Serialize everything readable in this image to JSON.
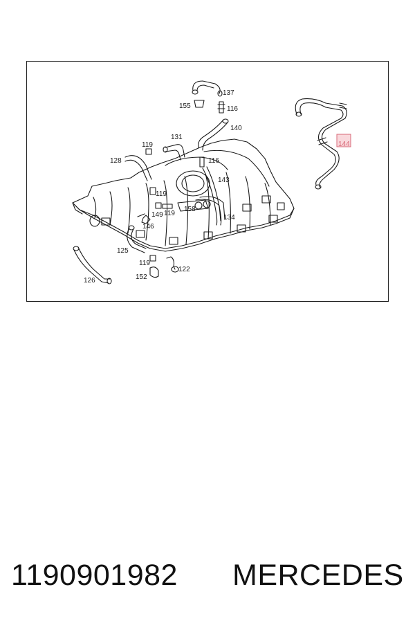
{
  "diagram": {
    "labels": [
      {
        "id": "p137",
        "text": "137"
      },
      {
        "id": "p155",
        "text": "155"
      },
      {
        "id": "p116a",
        "text": "116"
      },
      {
        "id": "p140",
        "text": "140"
      },
      {
        "id": "p131",
        "text": "131"
      },
      {
        "id": "p119a",
        "text": "119"
      },
      {
        "id": "p128",
        "text": "128"
      },
      {
        "id": "p116b",
        "text": "116"
      },
      {
        "id": "p143",
        "text": "143"
      },
      {
        "id": "p119b",
        "text": "119"
      },
      {
        "id": "p158",
        "text": "158"
      },
      {
        "id": "p149",
        "text": "149"
      },
      {
        "id": "p119c",
        "text": "119"
      },
      {
        "id": "p146",
        "text": "146"
      },
      {
        "id": "p134",
        "text": "134"
      },
      {
        "id": "p125",
        "text": "125"
      },
      {
        "id": "p119d",
        "text": "119"
      },
      {
        "id": "p122",
        "text": "122"
      },
      {
        "id": "p152",
        "text": "152"
      },
      {
        "id": "p126",
        "text": "126"
      },
      {
        "id": "p144",
        "text": "144"
      }
    ],
    "highlight_color": "#f4b8c0",
    "highlight_border": "#d86a78"
  },
  "caption": {
    "part_number": "1190901982",
    "brand": "MERCEDES"
  }
}
